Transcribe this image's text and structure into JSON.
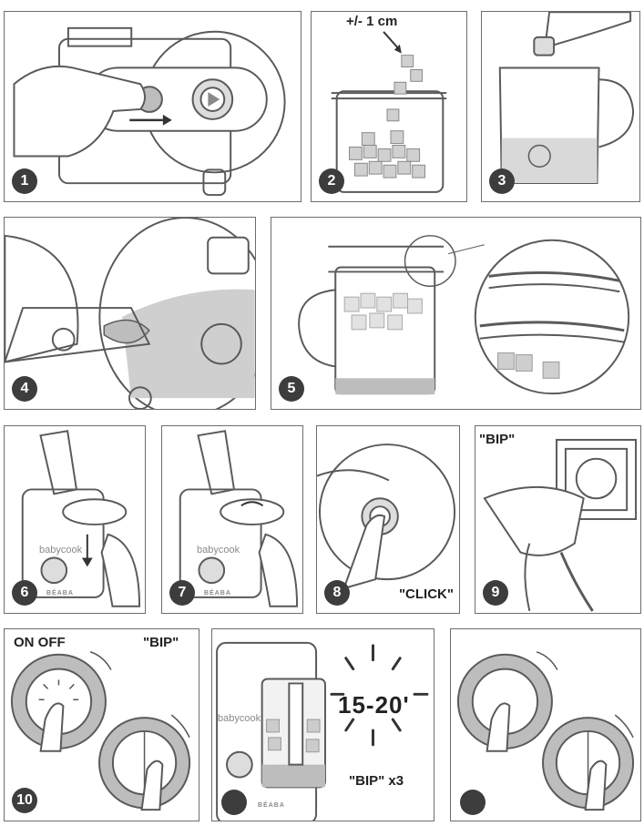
{
  "steps": {
    "s1": "1",
    "s2": "2",
    "s3": "3",
    "s4": "4",
    "s5": "5",
    "s6": "6",
    "s7": "7",
    "s8": "8",
    "s9": "9",
    "s10": "10"
  },
  "captions": {
    "cube_size": "+/- 1 cm",
    "click": "\"CLICK\"",
    "bip": "\"BIP\"",
    "on_off": "ON OFF",
    "bip_10": "\"BIP\"",
    "timer": "15-20'",
    "bip_x3": "\"BIP\" x3"
  },
  "labels": {
    "brand": "babycook",
    "maker": "BÉABA"
  },
  "colors": {
    "line": "#5a5a5a",
    "fill_gray": "#bdbdbd",
    "badge": "#3d3d3d"
  },
  "icons": [
    "hand-icon",
    "arrow-icon",
    "play-button-icon",
    "steam-icon",
    "rotate-arrow-icon"
  ]
}
